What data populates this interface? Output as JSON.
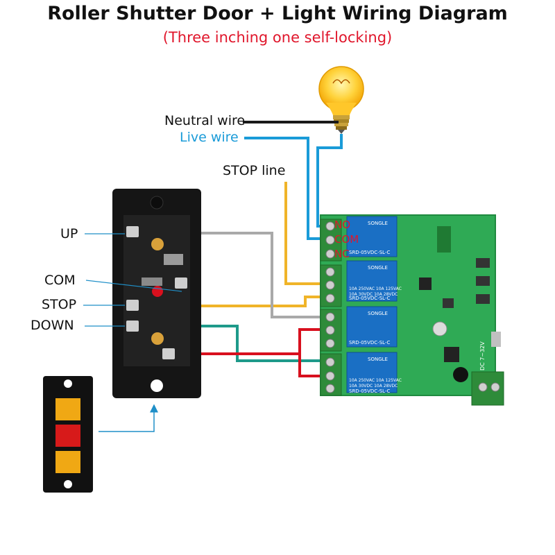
{
  "header": {
    "title": "Roller Shutter Door + Light Wiring Diagram",
    "subtitle": "(Three inching one self-locking)"
  },
  "labels": {
    "neutral_wire": "Neutral wire",
    "live_wire": "Live wire",
    "stop_line": "STOP line",
    "up": "UP",
    "com": "COM",
    "stop": "STOP",
    "down": "DOWN"
  },
  "relay_terminals": {
    "no": "NO",
    "com": "COM",
    "nc": "NC"
  },
  "relay_module": {
    "relay_brand": "SONGLE",
    "relay_model": "SRD-05VDC-SL-C",
    "relay_rating_1": "10A 250VAC  10A 125VAC",
    "relay_rating_2": "10A 30VDC  10A 28VDC",
    "power_label": "DC 7~32V"
  },
  "colors": {
    "neutral": "#1a1a1a",
    "live": "#1a9bd8",
    "stop_line": "#f0b429",
    "up_line": "#a9a9a9",
    "down_line": "#1e9a8a",
    "com_line": "#d8101e",
    "board": "#2faa55",
    "relay": "#1a6fc4",
    "terminal": "#2e8b3a"
  },
  "icons": [
    "light-bulb-icon",
    "switch-panel-icon",
    "push-button-box-icon",
    "relay-board-icon"
  ]
}
